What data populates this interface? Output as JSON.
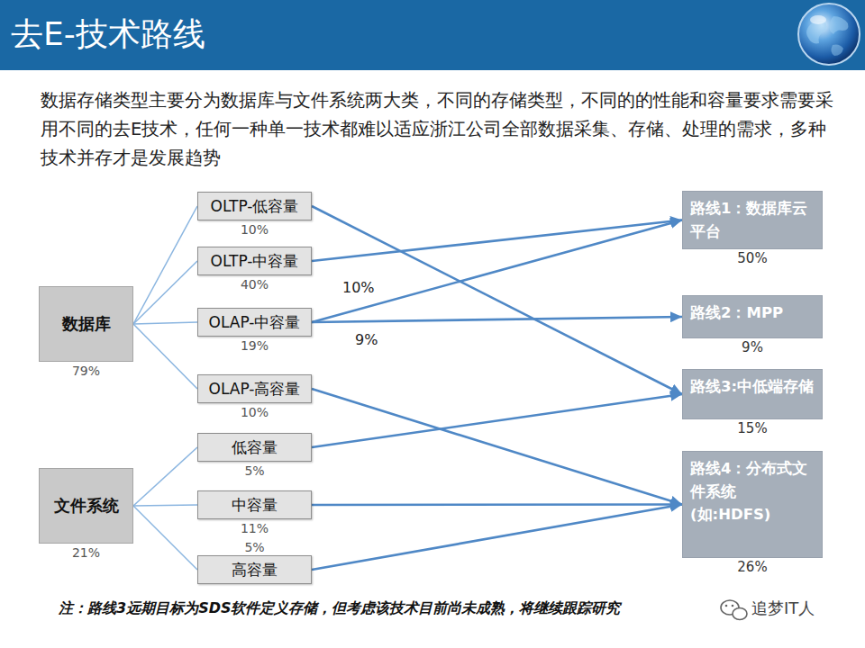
{
  "diagram": {
    "title": "去E-技术路线",
    "nodes": [
      {
        "text": [
          "数据库",
          "79%"
        ]
      },
      {
        "text": [
          "文件系统",
          "21%"
        ]
      },
      {
        "text": [
          "OLTP-低容量",
          "10%"
        ]
      },
      {
        "text": [
          "OLTP-中容量",
          "40%"
        ]
      },
      {
        "text": [
          "OLAP-中容量",
          "19%"
        ]
      },
      {
        "text": [
          "OLAP-高容量",
          "10%"
        ]
      },
      {
        "text": [
          "低容量",
          "5%"
        ]
      },
      {
        "text": [
          "中容量",
          "11%"
        ]
      },
      {
        "text": [
          "高容量",
          "5%"
        ]
      },
      {
        "text": [
          "路线1：数据库云平台",
          "50%"
        ]
      },
      {
        "text": [
          "路线2：MPP",
          "9%"
        ]
      },
      {
        "text": [
          "路线3:中低端存储",
          "15%"
        ]
      },
      {
        "text": [
          "路线4：分布式文件系统(如:HDFS)",
          "26%"
        ]
      }
    ],
    "edges": [
      {
        "from": 0,
        "to": 2,
        "arrow": "none"
      },
      {
        "from": 0,
        "to": 3,
        "arrow": "none"
      },
      {
        "from": 0,
        "to": 4,
        "arrow": "none"
      },
      {
        "from": 0,
        "to": 5,
        "arrow": "none"
      },
      {
        "from": 1,
        "to": 6,
        "arrow": "none"
      },
      {
        "from": 1,
        "to": 7,
        "arrow": "none"
      },
      {
        "from": 1,
        "to": 8,
        "arrow": "none"
      },
      {
        "from": 2,
        "to": 11,
        "arrow": "to"
      },
      {
        "from": 3,
        "to": 9,
        "arrow": "to"
      },
      {
        "from": 4,
        "to": 9,
        "label": "10%",
        "arrow": "to"
      },
      {
        "from": 4,
        "to": 10,
        "label": "9%",
        "arrow": "to"
      },
      {
        "from": 5,
        "to": 12,
        "arrow": "to"
      },
      {
        "from": 6,
        "to": 11,
        "arrow": "to"
      },
      {
        "from": 7,
        "to": 12,
        "arrow": "to"
      },
      {
        "from": 8,
        "to": 12,
        "arrow": "to"
      }
    ],
    "labels": [
      "数据存储类型主要分为数据库与文件系统两大类，不同的存储类型，不同的的性能和容量要求需要采用不同的去E技术，任何一种单一技术都难以适应浙江公司全部数据采集、存储、处理的需求，多种技术并存才是发展趋势",
      "注：路线3远期目标为SDS软件定义存储，但考虑该技术目前尚未成熟，将继续跟踪研究",
      "追梦IT人"
    ]
  }
}
